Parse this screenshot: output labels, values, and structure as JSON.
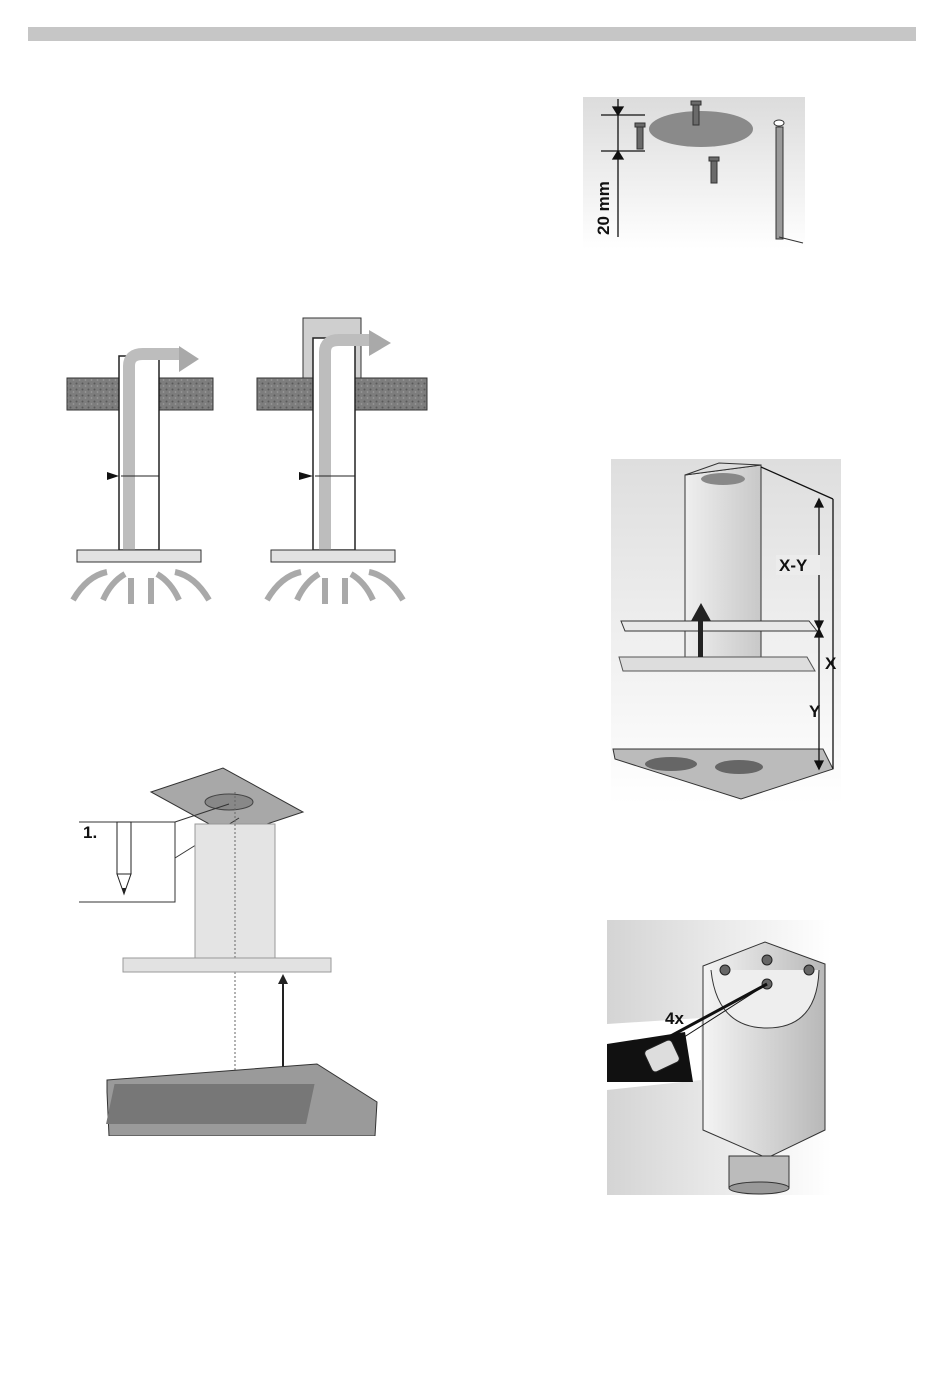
{
  "figures": {
    "screw_spacing": {
      "dimension_label": "20 mm"
    },
    "marking": {
      "step_label": "1."
    },
    "height": {
      "label_xy": "X-Y",
      "label_x": "X",
      "label_y": "Y"
    },
    "screws": {
      "count_label": "4x"
    }
  },
  "colors": {
    "header_bar": "#c6c6c6",
    "ceiling": "#7d7d7d",
    "duct": "#d2d2d2",
    "arrow": "#a9a9a9",
    "hood_panel": "#e2e2e2"
  }
}
